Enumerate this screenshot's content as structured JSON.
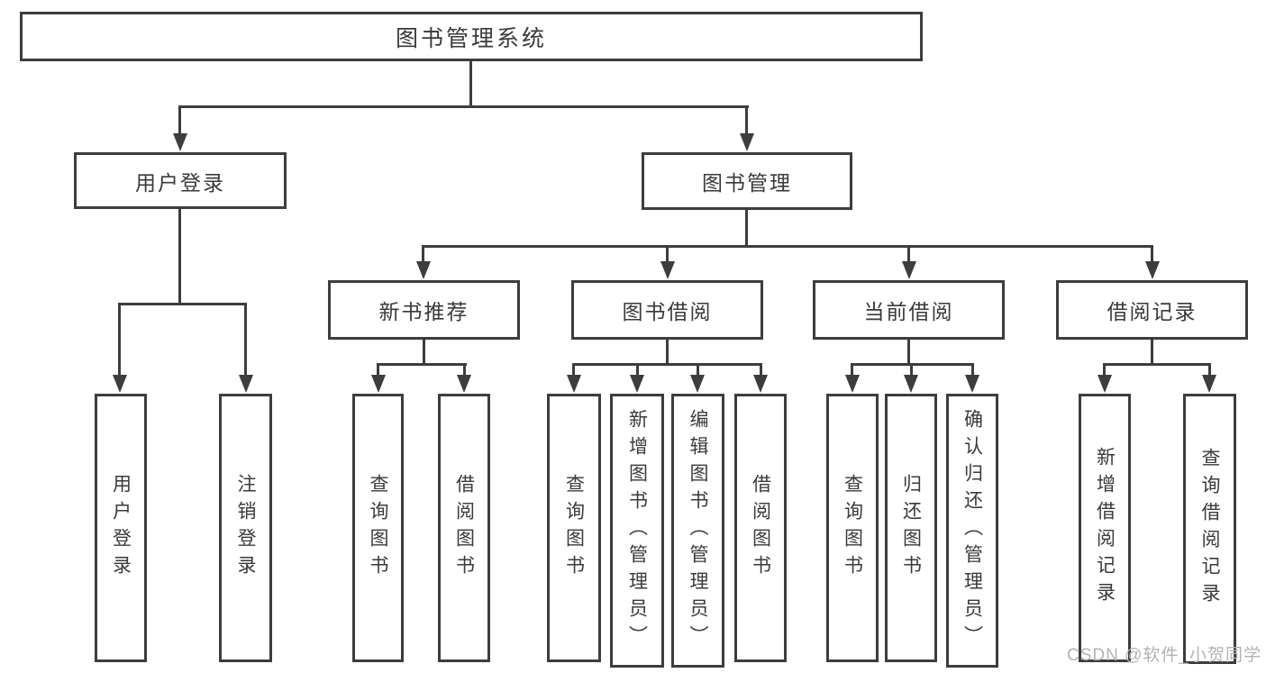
{
  "diagram": {
    "type": "hierarchy-tree",
    "nodes": {
      "root": "图书管理系统",
      "level2": [
        {
          "label": "用户登录"
        },
        {
          "label": "图书管理"
        }
      ],
      "level3": [
        {
          "label": "新书推荐",
          "parent": "图书管理"
        },
        {
          "label": "图书借阅",
          "parent": "图书管理"
        },
        {
          "label": "当前借阅",
          "parent": "图书管理"
        },
        {
          "label": "借阅记录",
          "parent": "图书管理"
        }
      ],
      "leaves": [
        {
          "label": "用户登录",
          "parent": "用户登录"
        },
        {
          "label": "注销登录",
          "parent": "用户登录"
        },
        {
          "label": "查询图书",
          "parent": "新书推荐"
        },
        {
          "label": "借阅图书",
          "parent": "新书推荐"
        },
        {
          "label": "查询图书",
          "parent": "图书借阅"
        },
        {
          "label": "新增图书（管理员）",
          "parent": "图书借阅"
        },
        {
          "label": "编辑图书（管理员）",
          "parent": "图书借阅"
        },
        {
          "label": "借阅图书",
          "parent": "图书借阅"
        },
        {
          "label": "查询图书",
          "parent": "当前借阅"
        },
        {
          "label": "归还图书",
          "parent": "当前借阅"
        },
        {
          "label": "确认归还（管理员）",
          "parent": "当前借阅"
        },
        {
          "label": "新增借阅记录",
          "parent": "借阅记录"
        },
        {
          "label": "查询借阅记录",
          "parent": "借阅记录"
        }
      ]
    },
    "colors": {
      "line": "#3d3d3d",
      "text": "#3a3a3a",
      "background": "#ffffff",
      "watermark": "#b3b3b3"
    }
  },
  "watermark": {
    "text": "CSDN @软件_小贺同学"
  }
}
